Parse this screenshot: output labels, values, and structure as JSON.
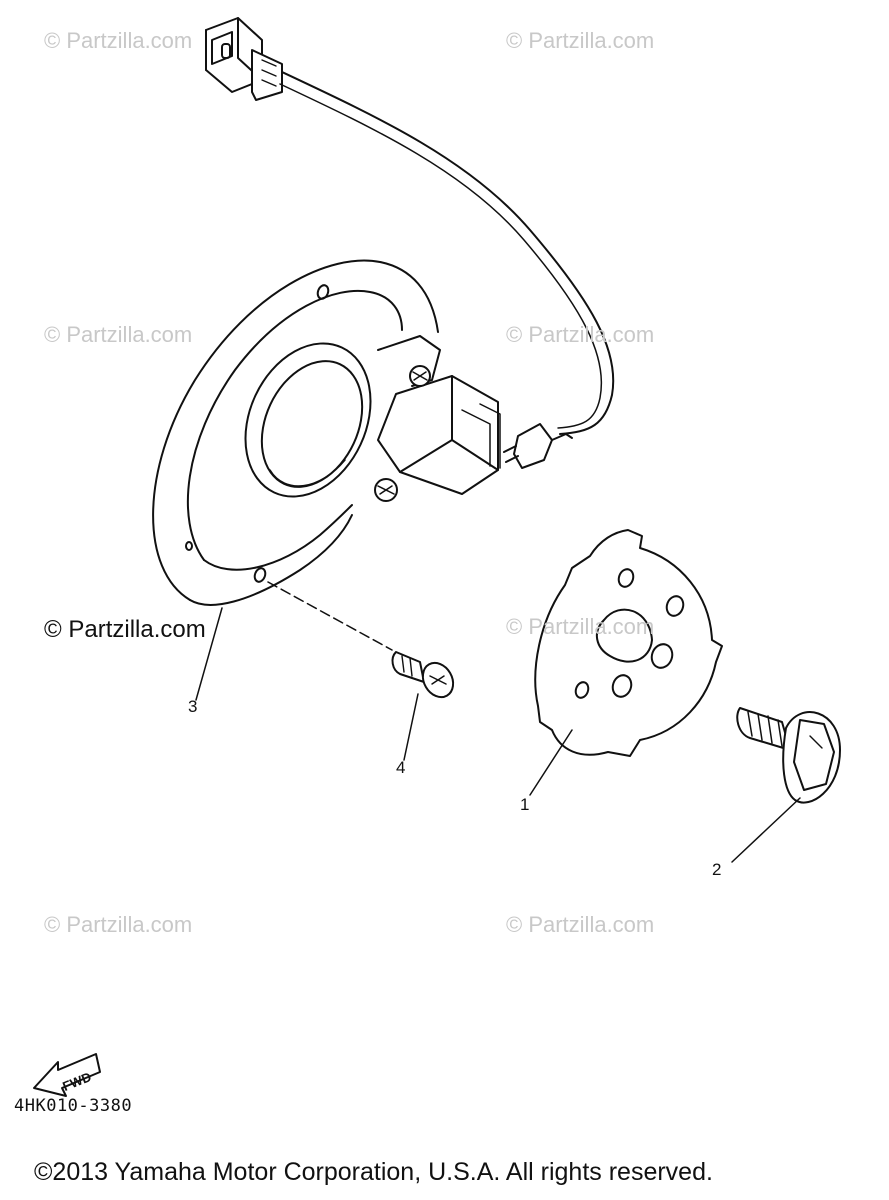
{
  "watermarks": {
    "w1": "© Partzilla.com",
    "w2": "© Partzilla.com",
    "w3": "© Partzilla.com",
    "w4": "© Partzilla.com",
    "w5": "© Partzilla.com",
    "w6": "© Partzilla.com",
    "w7": "© Partzilla.com",
    "w8": "© Partzilla.com"
  },
  "callouts": {
    "c1": "1",
    "c2": "2",
    "c3": "3",
    "c4": "4"
  },
  "fwd_label": "FWD",
  "diagram_code": "4HK010-3380",
  "copyright": "©2013 Yamaha Motor Corporation, U.S.A. All rights reserved."
}
